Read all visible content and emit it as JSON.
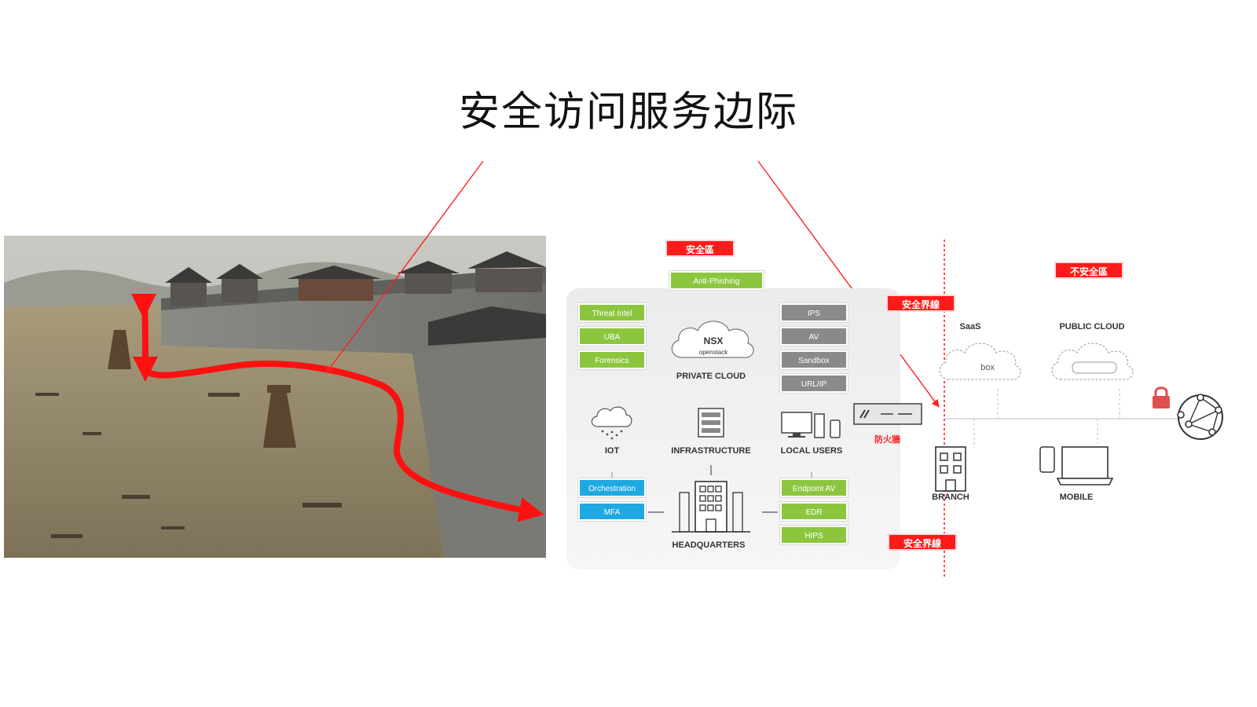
{
  "slide": {
    "title": "安全访问服务边际"
  },
  "diagram": {
    "zone_safe_label": "安全區",
    "zone_unsafe_label": "不安全區",
    "boundary_label_top": "安全界線",
    "boundary_label_bottom": "安全界線",
    "firewall_label": "防火牆",
    "anti_phishing": "Anti-Phishing",
    "left_chips": [
      "Threat Intel",
      "UBA",
      "Forensics"
    ],
    "right_chips": [
      "IPS",
      "AV",
      "Sandbox",
      "URL/IP"
    ],
    "iot_chips": [
      "Orchestration",
      "MFA"
    ],
    "endpoint_chips": [
      "Endpoint AV",
      "EDR",
      "HIPS"
    ],
    "private_cloud": {
      "label": "PRIVATE CLOUD",
      "nsx": "NSX",
      "openstack": "openstack"
    },
    "nodes": {
      "iot": "IOT",
      "infrastructure": "INFRASTRUCTURE",
      "local_users": "LOCAL USERS",
      "headquarters": "HEADQUARTERS",
      "saas": "SaaS",
      "public_cloud": "PUBLIC CLOUD",
      "branch": "BRANCH",
      "mobile": "MOBILE"
    },
    "saas_logo": "box",
    "colors": {
      "red": "#ff1a1a",
      "green": "#8cc63f",
      "grey": "#8a8a8a",
      "blue": "#1fa9e1"
    }
  }
}
